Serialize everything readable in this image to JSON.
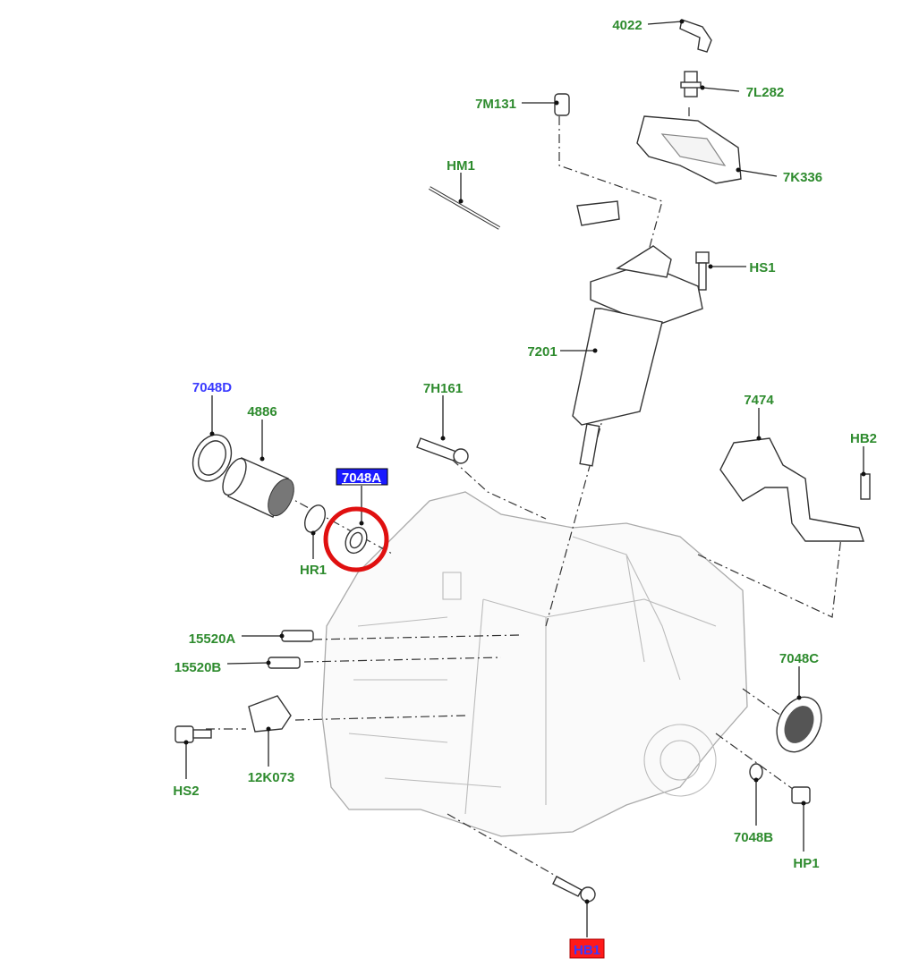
{
  "diagram": {
    "labels": {
      "p4022": "4022",
      "p7L282": "7L282",
      "p7M131": "7M131",
      "pHM1": "HM1",
      "p7K336": "7K336",
      "pHS1": "HS1",
      "p7201": "7201",
      "p7H161": "7H161",
      "p7048D": "7048D",
      "p4886": "4886",
      "p7474": "7474",
      "pHB2": "HB2",
      "p7048A": "7048A",
      "pHR1": "HR1",
      "p15520A": "15520A",
      "p15520B": "15520B",
      "p7048C": "7048C",
      "pHS2": "HS2",
      "p12K073": "12K073",
      "p7048B": "7048B",
      "pHP1": "HP1",
      "pHB1": "HB1"
    },
    "highlighted": "7048A",
    "colors": {
      "label": "#2e8b2e",
      "selected_label": "#3a3aff",
      "highlight_box": "#1a1aff",
      "highlight_circle": "#e01010",
      "hb1_box": "#ff1a1a"
    }
  }
}
